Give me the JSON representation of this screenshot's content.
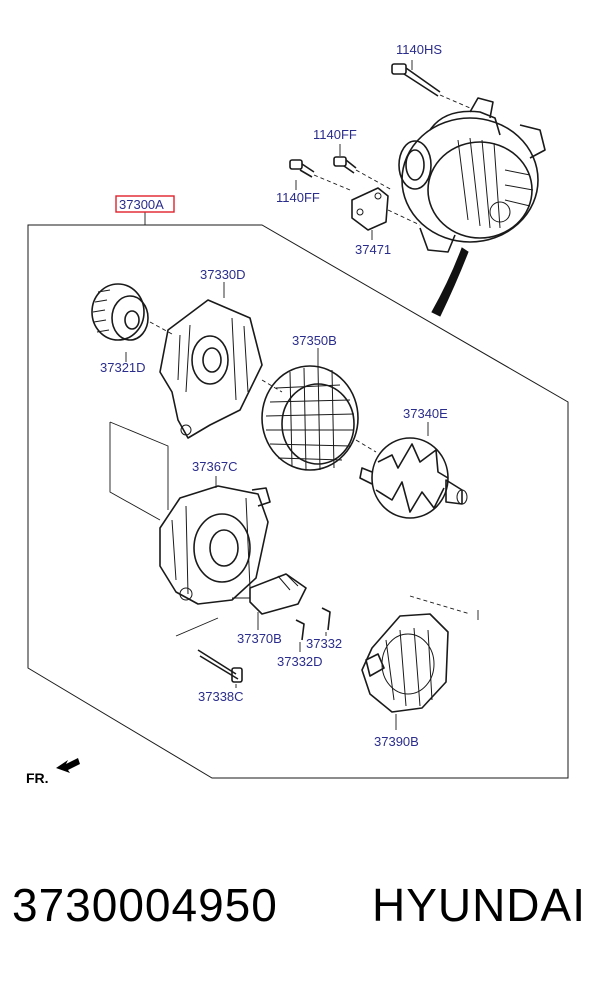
{
  "diagram": {
    "labels": {
      "l_1140HS": "1140HS",
      "l_1140FF_a": "1140FF",
      "l_1140FF_b": "1140FF",
      "l_37471": "37471",
      "l_37300A": "37300A",
      "l_37330D": "37330D",
      "l_37321D": "37321D",
      "l_37350B": "37350B",
      "l_37340E": "37340E",
      "l_37367C": "37367C",
      "l_37370B": "37370B",
      "l_37332": "37332",
      "l_37332D": "37332D",
      "l_37338C": "37338C",
      "l_37390B": "37390B",
      "fr": "FR."
    },
    "colors": {
      "label": "#2b2d8c",
      "highlight": "#e0202a",
      "line": "#1a1a1a"
    }
  },
  "footer": {
    "part_number": "3730004950",
    "brand": "HYUNDAI"
  }
}
